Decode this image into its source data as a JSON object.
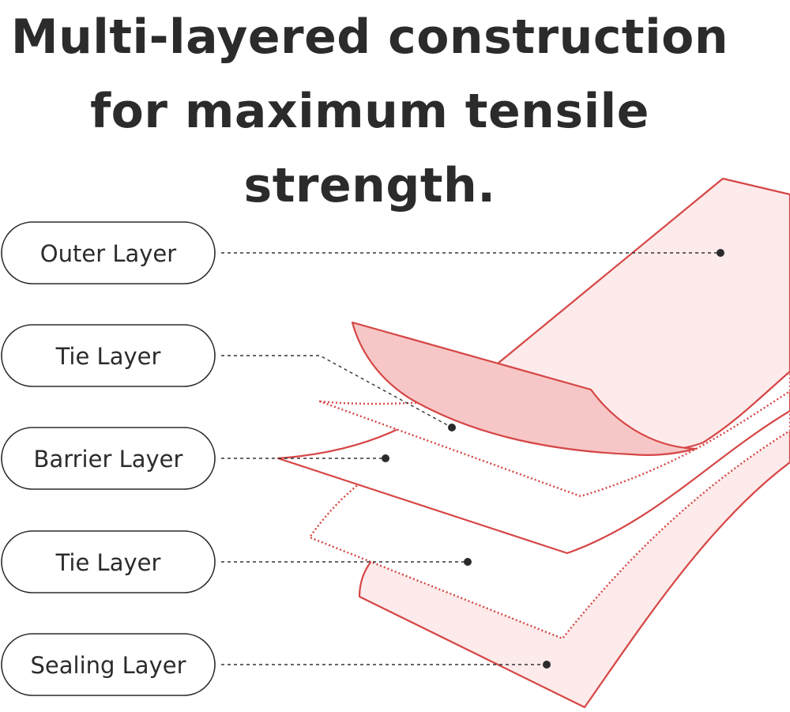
{
  "headline": {
    "line1": "Multi-layered construction",
    "line2": "for maximum tensile",
    "line3": "strength."
  },
  "layers": [
    {
      "label": "Outer Layer"
    },
    {
      "label": "Tie Layer"
    },
    {
      "label": "Barrier Layer"
    },
    {
      "label": "Tie Layer"
    },
    {
      "label": "Sealing Layer"
    }
  ],
  "colors": {
    "text": "#2b2b2b",
    "outline": "#d64545",
    "fill_light": "#fdeaea",
    "fill_curl": "#f7c7c7",
    "pill_border": "#2b2b2b",
    "leader": "#333333"
  }
}
